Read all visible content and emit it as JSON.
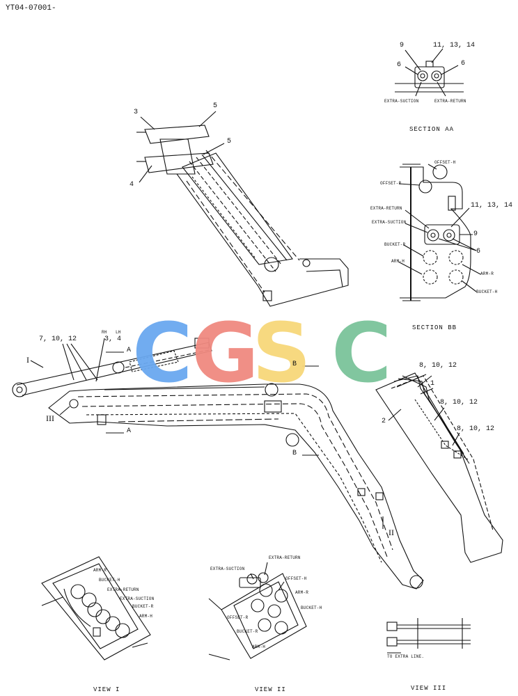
{
  "doc_id": "YT04-07001-",
  "section_aa": {
    "title": "SECTION AA",
    "callouts": [
      "9",
      "11, 13, 14",
      "6",
      "6"
    ],
    "ports": [
      "EXTRA-SUCTION",
      "EXTRA-RETURN"
    ]
  },
  "section_bb": {
    "title": "SECTION BB",
    "callouts": [
      "11, 13, 14",
      "9",
      "6"
    ],
    "ports": [
      "OFFSET-H",
      "OFFSET-R",
      "EXTRA-RETURN",
      "EXTRA-SUCTION",
      "BUCKET-R",
      "ARM-H",
      "ARM-R",
      "BUCKET-H"
    ]
  },
  "boom_top": {
    "callouts": [
      "3",
      "4",
      "5",
      "5"
    ]
  },
  "main_boom": {
    "callouts": [
      "7, 10, 12",
      "3, 4"
    ],
    "small_text": [
      "RH",
      "LH"
    ],
    "section_marks": [
      "A",
      "A",
      "B",
      "B"
    ],
    "view_marks": [
      "I",
      "III",
      "II"
    ]
  },
  "arm_detail": {
    "callouts": [
      "8, 10, 12",
      "1",
      "2",
      "8, 10, 12",
      "8, 10, 12"
    ]
  },
  "view_1": {
    "caption": "VIEW I",
    "ports": [
      "ARM-R",
      "BUCKET-H",
      "EXTRA-RETURN",
      "EXTRA-SUCTION",
      "BUCKET-R",
      "ARM-H"
    ]
  },
  "view_2": {
    "caption": "VIEW II",
    "ports": [
      "EXTRA-RETURN",
      "EXTRA-SUCTION",
      "OFFSET-H",
      "ARM-R",
      "BUCKET-H",
      "OFFSET-R",
      "BUCKET-R",
      "ARM-H"
    ]
  },
  "view_3": {
    "caption": "VIEW III",
    "note": "TO EXTRA LINE."
  },
  "watermark": {
    "letters": [
      "C",
      "G",
      "S",
      "C"
    ],
    "colors": [
      "#6aa8f0",
      "#f08a80",
      "#f7d77a",
      "#7bc49a"
    ]
  }
}
